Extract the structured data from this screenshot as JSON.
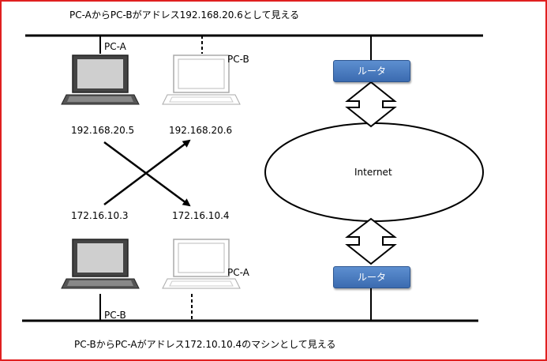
{
  "captions": {
    "top": "PC-AからPC-Bがアドレス192.168.20.6として見える",
    "bottom": "PC-BからPC-Aがアドレス172.10.10.4のマシンとして見える"
  },
  "labels": {
    "top_real_pc": "PC-A",
    "top_virtual_pc": "PC-B",
    "bottom_real_pc": "PC-B",
    "bottom_virtual_pc": "PC-A"
  },
  "addresses": {
    "top_left": "192.168.20.5",
    "top_right": "192.168.20.6",
    "bottom_left": "172.16.10.3",
    "bottom_right": "172.16.10.4"
  },
  "routers": {
    "top": "ルータ",
    "bottom": "ルータ"
  },
  "cloud": {
    "label": "Internet"
  },
  "colors": {
    "frame": "#e02020",
    "router": "#4a7cc0"
  }
}
